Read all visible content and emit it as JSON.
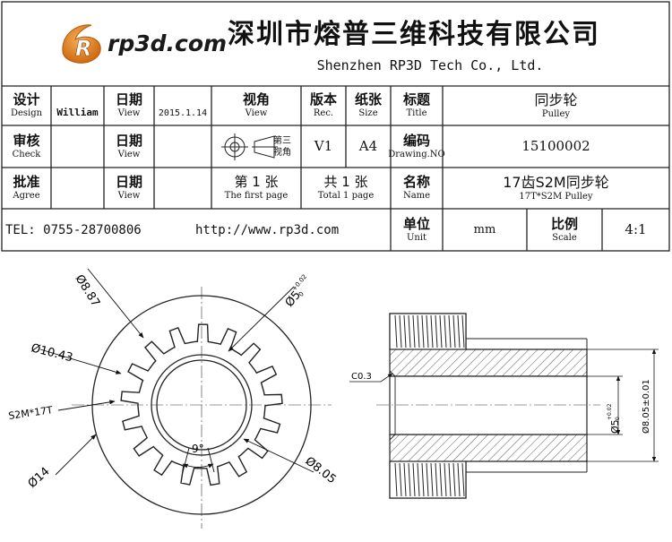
{
  "company": {
    "logo_letter": "R",
    "logo_text": "rp3d.com",
    "name_cn": "深圳市熔普三维科技有限公司",
    "name_en": "Shenzhen RP3D Tech Co., Ltd."
  },
  "title_block": {
    "design": {
      "cn": "设计",
      "en": "Design",
      "value": "William"
    },
    "date1": {
      "cn": "日期",
      "en": "View",
      "value": "2015.1.14"
    },
    "view_angle": {
      "cn": "视角",
      "en": "View",
      "symbol_label": "第三视角",
      "icon": "third-angle-projection-icon"
    },
    "rev": {
      "cn": "版本",
      "en": "Rec.",
      "value": "V1"
    },
    "size": {
      "cn": "纸张",
      "en": "Size",
      "value": "A4"
    },
    "title": {
      "cn": "标题",
      "en": "Title",
      "value_cn": "同步轮",
      "value_en": "Pulley"
    },
    "check": {
      "cn": "审核",
      "en": "Check"
    },
    "date2": {
      "cn": "日期",
      "en": "View"
    },
    "drawing_no": {
      "cn": "编码",
      "en": "Drawing.NO",
      "value": "15100002"
    },
    "agree": {
      "cn": "批准",
      "en": "Agree"
    },
    "date3": {
      "cn": "日期",
      "en": "View"
    },
    "page": {
      "cn": "第 1 张",
      "en": "The first page"
    },
    "total": {
      "cn": "共 1 张",
      "en": "Total 1 page"
    },
    "name": {
      "cn": "名称",
      "en": "Name",
      "value_cn": "17齿S2M同步轮",
      "value_en": "17T*S2M Pulley"
    },
    "tel": "TEL: 0755-28700806",
    "url": "http://www.rp3d.com",
    "unit": {
      "cn": "单位",
      "en": "Unit",
      "value": "mm"
    },
    "scale": {
      "cn": "比例",
      "en": "Scale",
      "value": "4:1"
    }
  },
  "front_view": {
    "labels": [
      "Ø8.87",
      "Ø5",
      "Ø10.43",
      "S2M*17T",
      "9°",
      "Ø14",
      "Ø8.05"
    ],
    "tolerance_bore": {
      "upper": "+0.02",
      "lower": "0"
    },
    "teeth": 17
  },
  "section_view": {
    "chamfer": "C0.3",
    "bore": "Ø5",
    "bore_tolerance": {
      "upper": "+0.02",
      "lower": "0"
    },
    "hub": "Ø8.05±0.01"
  }
}
